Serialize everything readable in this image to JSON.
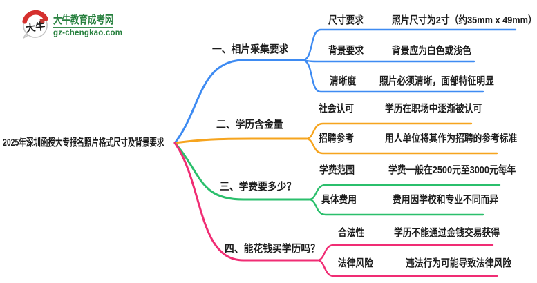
{
  "logo": {
    "icon_text": "大牛",
    "site_name": "大牛教育成考网",
    "site_domain": "gz-chengkao.com",
    "brand_green": "#27803E",
    "brand_red": "#D5302E"
  },
  "root": {
    "title": "2025年深圳函授大专报名照片格式尺寸及背景要求"
  },
  "branches": [
    {
      "label": "一、相片采集要求",
      "color": "#3E8BF2",
      "children": [
        {
          "key": "尺寸要求",
          "value": "照片尺寸为2寸（约35mm x 49mm）"
        },
        {
          "key": "背景要求",
          "value": "背景应为白色或浅色"
        },
        {
          "key": "清晰度",
          "value": "照片必须清晰，面部特征明显"
        }
      ]
    },
    {
      "label": "二、学历含金量",
      "color": "#F6A41E",
      "children": [
        {
          "key": "社会认可",
          "value": "学历在职场中逐渐被认可"
        },
        {
          "key": "招聘参考",
          "value": "用人单位将其作为招聘的参考标准"
        }
      ]
    },
    {
      "label": "三、学费要多少？",
      "color": "#2BBF6C",
      "children": [
        {
          "key": "学费范围",
          "value": "学费一般在2500元至3000元每年"
        },
        {
          "key": "具体费用",
          "value": "费用因学校和专业不同而异"
        }
      ]
    },
    {
      "label": "四、能花钱买学历吗？",
      "color": "#F02D74",
      "children": [
        {
          "key": "合法性",
          "value": "学历不能通过金钱交易获得"
        },
        {
          "key": "法律风险",
          "value": "违法行为可能导致法律风险"
        }
      ]
    }
  ]
}
